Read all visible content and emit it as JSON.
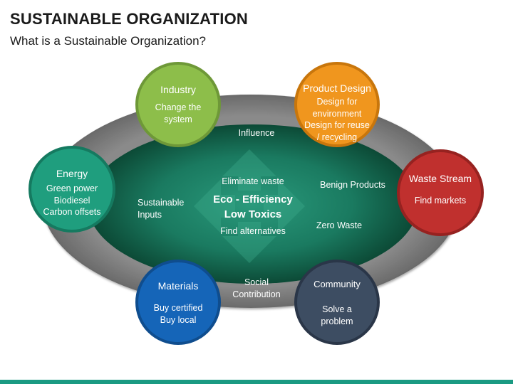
{
  "header": {
    "title": "SUSTAINABLE ORGANIZATION",
    "subtitle": "What is a Sustainable Organization?"
  },
  "center": {
    "top": "Eliminate waste",
    "main_line1": "Eco - Efficiency",
    "main_line2": "Low Toxics",
    "bottom": "Find alternatives"
  },
  "ring_labels": {
    "influence": "Influence",
    "benign_products": "Benign Products",
    "zero_waste": "Zero Waste",
    "sustainable_inputs_1": "Sustainable",
    "sustainable_inputs_2": "Inputs",
    "social_contribution_1": "Social",
    "social_contribution_2": "Contribution"
  },
  "circles": {
    "industry": {
      "title": "Industry",
      "line1": "Change the",
      "line2": "system",
      "color": "#8dbe4a"
    },
    "product_design": {
      "title": "Product Design",
      "line1": "Design for",
      "line2": "environment",
      "line3": "Design for reuse",
      "line4": "/ recycling",
      "color": "#f0961e"
    },
    "energy": {
      "title": "Energy",
      "line1": "Green power",
      "line2": "Biodiesel",
      "line3": "Carbon offsets",
      "color": "#1f9e7e"
    },
    "waste_stream": {
      "title": "Waste Stream",
      "line1": "Find markets",
      "color": "#c0302e"
    },
    "materials": {
      "title": "Materials",
      "line1": "Buy certified",
      "line2": "Buy local",
      "color": "#1565b8"
    },
    "community": {
      "title": "Community",
      "line1": "Solve a",
      "line2": "problem",
      "color": "#3d4d62"
    }
  },
  "colors": {
    "ring_outer": "#7f7f7f",
    "ellipse_center": "#1f8a70",
    "ellipse_edge": "#0e4f3a",
    "accent_bar": "#1a9a82"
  }
}
